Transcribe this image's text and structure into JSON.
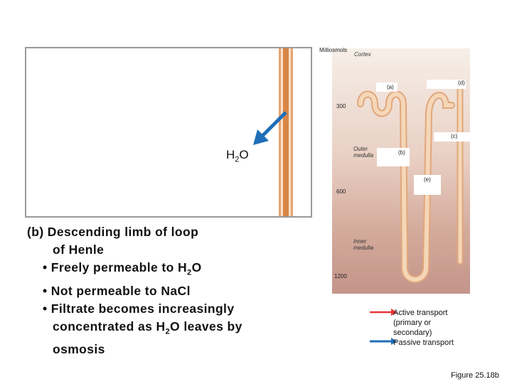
{
  "h2o_label": {
    "main": "H",
    "sub": "2",
    "tail": "O"
  },
  "description": {
    "title_line1": "(b) Descending limb of loop",
    "title_line2": "of Henle",
    "bullet1": {
      "pre": "• Freely permeable to H",
      "sub": "2",
      "post": "O"
    },
    "bullet2": "• Not permeable to NaCl",
    "bullet3_line1": "• Filtrate becomes increasingly",
    "bullet3_line2": {
      "pre": "concentrated as H",
      "sub": "2",
      "post": "O leaves by"
    },
    "bullet3_line3": "osmosis"
  },
  "axis": {
    "title": "Milliosmols",
    "ticks": [
      "300",
      "600",
      "1200"
    ]
  },
  "regions": {
    "cortex": "Cortex",
    "outer_medulla": "Outer medulla",
    "inner_medulla": "Inner medulla"
  },
  "part_labels": {
    "a": "(a)",
    "d": "(d)",
    "c": "(c)",
    "b": "(b)",
    "e": "(e)"
  },
  "legend": {
    "active": "Active transport (primary or secondary)",
    "passive": "Passive transport",
    "active_color": "#e8363a",
    "passive_color": "#1f6fb8"
  },
  "figure_ref": "Figure 25.18b",
  "colors": {
    "tubule": "#f1c8a0",
    "gradient_bottom": "#c4948a"
  }
}
